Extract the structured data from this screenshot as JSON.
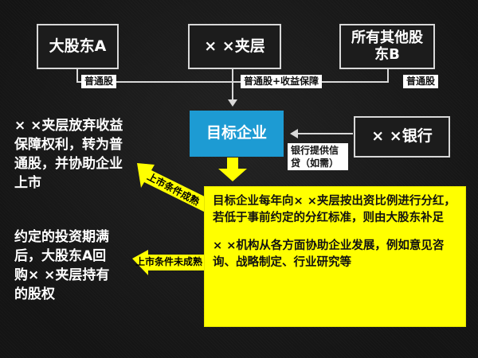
{
  "boxes": {
    "shareholder_a": "大股东A",
    "mezzanine": "× ×夹层",
    "other_shareholders_b": "所有其他股东B",
    "target_company": "目标企业",
    "bank": "× ×银行"
  },
  "labels": {
    "ordinary_share_a": "普通股",
    "ordinary_share_plus": "普通股+收益保障",
    "ordinary_share_b": "普通股",
    "bank_loan_line1": "银行提供信",
    "bank_loan_line2": "贷（如需）"
  },
  "arrows": {
    "upper": "上市条件成熟",
    "lower": "上市条件未成熟"
  },
  "notes": {
    "listed": "× ×夹层放弃收益保障权利，转为普通股，并协助企业上市",
    "not_listed": "约定的投资期满后，大股东A回购× ×夹层持有的股权"
  },
  "yellow_box": {
    "para1": "目标企业每年向× ×夹层按出资比例进行分红，若低于事前约定的分红标准，则由大股东补足",
    "para2": "× ×机构从各方面协助企业发展，例如意见咨询、战略制定、行业研究等"
  },
  "colors": {
    "background": "#161616",
    "accent_blue": "#1d9bd3",
    "highlight_yellow": "#ffff00",
    "text_white": "#ffffff"
  }
}
